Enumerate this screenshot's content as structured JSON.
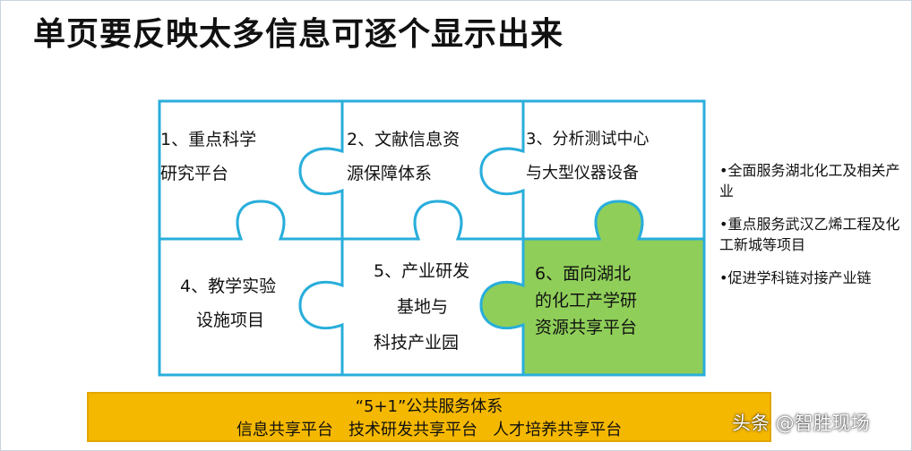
{
  "title": "单页要反映太多信息可逐个显示出来",
  "pieces": [
    {
      "line1": "1、重点科学",
      "line2": "研究平台"
    },
    {
      "line1": "2、文献信息资",
      "line2": "源保障体系"
    },
    {
      "line1": "3、分析测试中心",
      "line2": "与大型仪器设备"
    },
    {
      "line1": "4、教学实验",
      "line2": "设施项目"
    },
    {
      "line1": "5、产业研发",
      "line2": "基地与",
      "line3": "科技产业园"
    },
    {
      "line1": "6、面向湖北",
      "line2": "的化工产学研",
      "line3": "资源共享平台"
    }
  ],
  "bullets": [
    "•全面服务湖北化工及相关产业",
    "•重点服务武汉乙烯工程及化工新城等项目",
    "•促进学科链对接产业链"
  ],
  "banner": {
    "line1": "“5+1”公共服务体系",
    "line2": "信息共享平台   技术研发共享平台   人才培养共享平台"
  },
  "watermark": "头条 @智胜现场",
  "colors": {
    "puzzle_outline": "#29aedb",
    "highlight_piece": "#8fcf59",
    "banner": "#f5b800"
  }
}
